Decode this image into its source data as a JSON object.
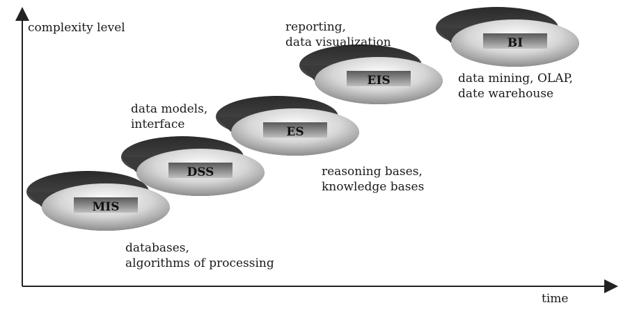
{
  "axes": {
    "y_label": "complexity level",
    "x_label": "time"
  },
  "stages": [
    {
      "id": "mis",
      "label": "MIS",
      "annotation": [
        "databases,",
        "algorithms of processing"
      ]
    },
    {
      "id": "dss",
      "label": "DSS",
      "annotation": []
    },
    {
      "id": "es",
      "label": "ES",
      "annotation": [
        "data models,",
        "interface"
      ]
    },
    {
      "id": "eis",
      "label": "EIS",
      "annotation": [
        "reasoning bases,",
        "knowledge bases"
      ]
    },
    {
      "id": "bi",
      "label": "BI",
      "annotation": [
        "reporting,",
        "data visualization"
      ]
    }
  ],
  "bi_annotation": [
    "data mining, OLAP,",
    "date warehouse"
  ],
  "colors": {
    "axis": "#222222",
    "disk_dark": "#3a3a3a",
    "disk_light": "#f2f2f2",
    "disk_mid": "#a8a8a8",
    "label_band": "#6e6e6e"
  }
}
